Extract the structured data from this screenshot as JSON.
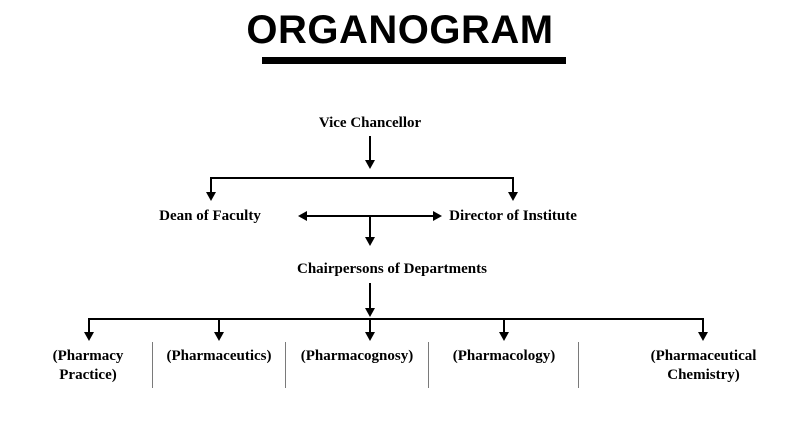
{
  "document": {
    "title": "ORGANOGRAM",
    "background_color": "#ffffff",
    "ink_color": "#000000",
    "divider_color": "#7a7a7a"
  },
  "chart_data": {
    "type": "diagram",
    "diagram_kind": "organizational-chart",
    "title": "ORGANOGRAM",
    "levels": [
      {
        "level": 1,
        "nodes": [
          {
            "id": "vice-chancellor",
            "label": "Vice Chancellor"
          }
        ]
      },
      {
        "level": 2,
        "nodes": [
          {
            "id": "dean-of-faculty",
            "label": "Dean of Faculty"
          },
          {
            "id": "director-of-institute",
            "label": "Director of Institute"
          }
        ]
      },
      {
        "level": 3,
        "nodes": [
          {
            "id": "chairpersons-of-departments",
            "label": "Chairpersons of Departments"
          }
        ]
      },
      {
        "level": 4,
        "nodes": [
          {
            "id": "pharmacy-practice",
            "label": "(Pharmacy Practice)",
            "line1": "(Pharmacy",
            "line2": "Practice)"
          },
          {
            "id": "pharmaceutics",
            "label": "(Pharmaceutics)",
            "line1": "(Pharmaceutics)",
            "line2": ""
          },
          {
            "id": "pharmacognosy",
            "label": "(Pharmacognosy)",
            "line1": "(Pharmacognosy)",
            "line2": ""
          },
          {
            "id": "pharmacology",
            "label": "(Pharmacology)",
            "line1": "(Pharmacology)",
            "line2": ""
          },
          {
            "id": "pharmaceutical-chemistry",
            "label": "(Pharmaceutical Chemistry)",
            "line1": "(Pharmaceutical",
            "line2": "Chemistry)"
          }
        ]
      }
    ],
    "edges": [
      {
        "from": "vice-chancellor",
        "to": "dean-of-faculty",
        "style": "arrow-down"
      },
      {
        "from": "vice-chancellor",
        "to": "director-of-institute",
        "style": "arrow-down"
      },
      {
        "from": "dean-of-faculty",
        "to": "director-of-institute",
        "style": "double-headed-horizontal"
      },
      {
        "from": "dean-of-faculty+director-of-institute",
        "to": "chairpersons-of-departments",
        "style": "arrow-down"
      },
      {
        "from": "chairpersons-of-departments",
        "to": "pharmacy-practice",
        "style": "arrow-down"
      },
      {
        "from": "chairpersons-of-departments",
        "to": "pharmaceutics",
        "style": "arrow-down"
      },
      {
        "from": "chairpersons-of-departments",
        "to": "pharmacognosy",
        "style": "arrow-down"
      },
      {
        "from": "chairpersons-of-departments",
        "to": "pharmacology",
        "style": "arrow-down"
      },
      {
        "from": "chairpersons-of-departments",
        "to": "pharmaceutical-chemistry",
        "style": "arrow-down"
      }
    ]
  }
}
